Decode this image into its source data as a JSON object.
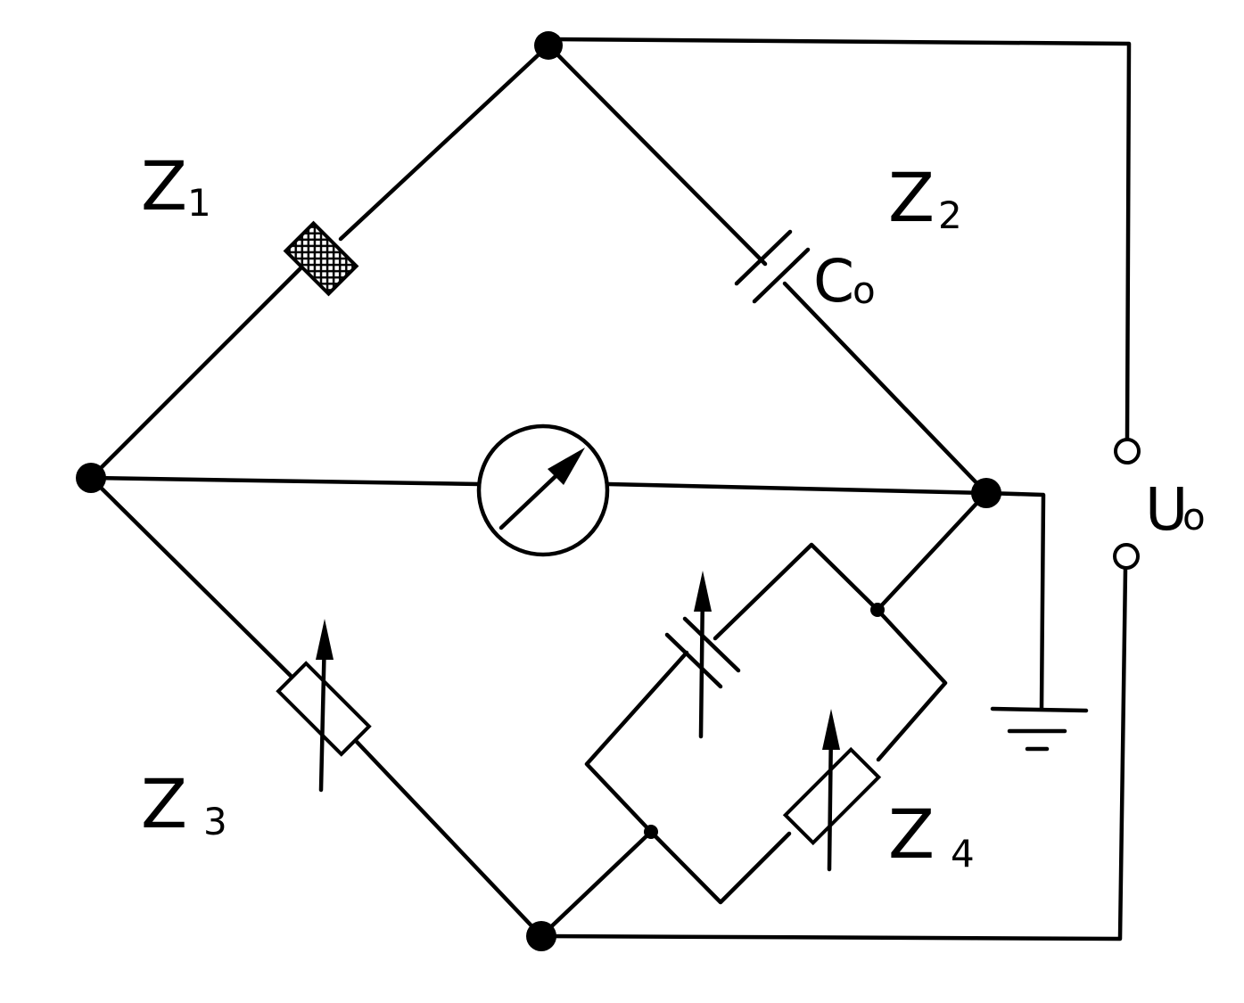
{
  "labels": {
    "z1": {
      "main": "Z",
      "sub": "1"
    },
    "z2": {
      "main": "Z",
      "sub": "2"
    },
    "z3": {
      "main": "Z",
      "sub": "3"
    },
    "z4": {
      "main": "Z",
      "sub": "4"
    },
    "c0": {
      "main": "C",
      "sub": "o"
    },
    "u0": {
      "main": "U",
      "sub": "o"
    }
  },
  "colors": {
    "ink": "#000000",
    "paper": "#ffffff"
  }
}
